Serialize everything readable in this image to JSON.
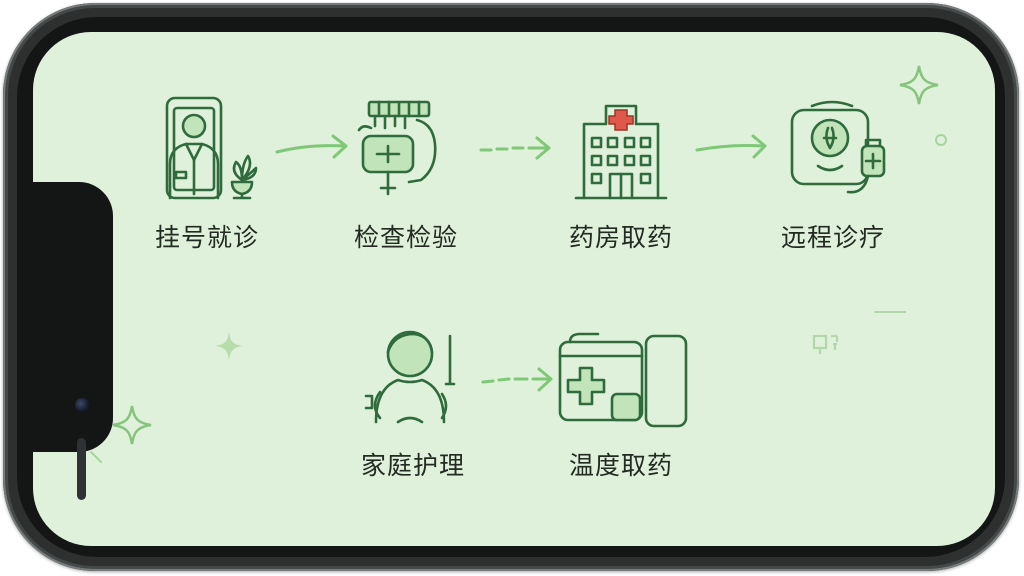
{
  "steps": [
    {
      "label": "挂号就诊",
      "icon": "doctor-icon"
    },
    {
      "label": "检查检验",
      "icon": "test-tube-rack-icon"
    },
    {
      "label": "药房取药",
      "icon": "hospital-icon"
    },
    {
      "label": "远程诊疗",
      "icon": "medical-monitor-icon"
    },
    {
      "label": "家庭护理",
      "icon": "nurse-icon"
    },
    {
      "label": "温度取药",
      "icon": "medical-card-phone-icon"
    }
  ],
  "colors": {
    "screen": "#dff1da",
    "icon_stroke": "#2f6b3c",
    "icon_fill": "#b9e0b0",
    "accent_red": "#e0584a",
    "arrow": "#7fc877",
    "text": "#222a22"
  }
}
